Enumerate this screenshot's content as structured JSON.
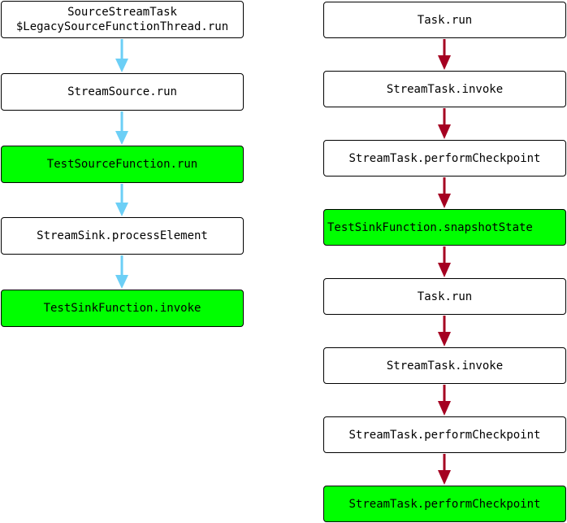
{
  "left_flow": {
    "color": "#6ccff6",
    "nodes": [
      {
        "label": "SourceStreamTask\n$LegacySourceFunctionThread.run",
        "highlighted": false
      },
      {
        "label": "StreamSource.run",
        "highlighted": false
      },
      {
        "label": "TestSourceFunction.run",
        "highlighted": true
      },
      {
        "label": "StreamSink.processElement",
        "highlighted": false
      },
      {
        "label": "TestSinkFunction.invoke",
        "highlighted": true
      }
    ]
  },
  "right_flow": {
    "color": "#a50021",
    "nodes": [
      {
        "label": "Task.run",
        "highlighted": false
      },
      {
        "label": "StreamTask.invoke",
        "highlighted": false
      },
      {
        "label": "StreamTask.performCheckpoint",
        "highlighted": false
      },
      {
        "label": "TestSinkFunction.snapshotState",
        "highlighted": true
      },
      {
        "label": "Task.run",
        "highlighted": false
      },
      {
        "label": "StreamTask.invoke",
        "highlighted": false
      },
      {
        "label": "StreamTask.performCheckpoint",
        "highlighted": false
      },
      {
        "label": "StreamTask.performCheckpoint",
        "highlighted": true
      }
    ]
  },
  "highlight_color": "#00ff00"
}
